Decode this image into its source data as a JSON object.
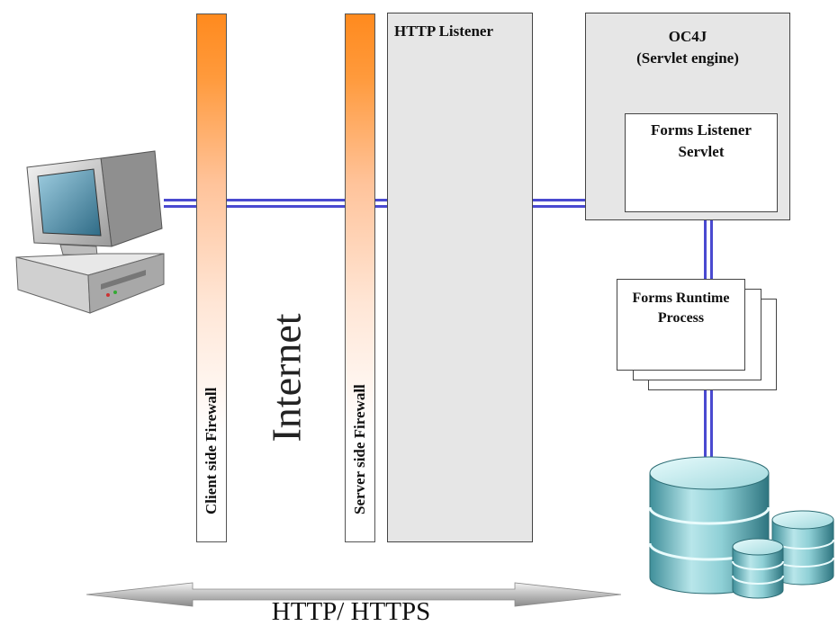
{
  "firewalls": {
    "client": "Client side Firewall",
    "server": "Server side Firewall"
  },
  "internet_label": "Internet",
  "http_listener": {
    "title": "HTTP Listener"
  },
  "oc4j": {
    "line1": "OC4J",
    "line2": "(Servlet engine)"
  },
  "forms_listener_servlet": {
    "line1": "Forms Listener",
    "line2": "Servlet"
  },
  "forms_runtime_process": {
    "line1": "Forms Runtime",
    "line2": "Process"
  },
  "protocol_label": "HTTP/ HTTPS",
  "icons": {
    "client": "desktop-computer-icon",
    "database": "database-cylinders-icon",
    "arrow": "double-headed-arrow-icon"
  },
  "colors": {
    "firewall_top": "#ff8a1e",
    "connector": "#4a4ad0",
    "container_gray": "#e6e6e6"
  }
}
